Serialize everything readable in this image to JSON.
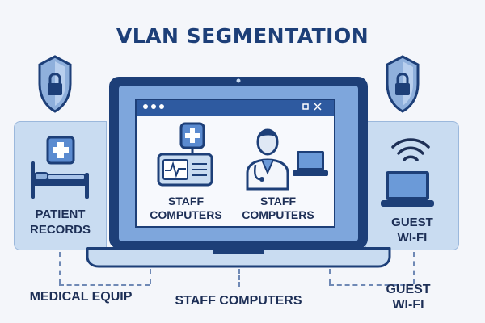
{
  "title": "VLAN SEGMENTATION",
  "left_panel": {
    "label_line1": "PATIENT",
    "label_line2": "RECORDS"
  },
  "right_panel": {
    "label_line1": "GUEST",
    "label_line2": "WI-FI"
  },
  "screen": {
    "label_a_line1": "STAFF",
    "label_a_line2": "COMPUTERS",
    "label_b_line1": "STAFF",
    "label_b_line2": "COMPUTERS"
  },
  "bottom": {
    "medical": "MEDICAL EQUIP",
    "staff": "STAFF COMPUTERS",
    "guest_line1": "GUEST",
    "guest_line2": "WI-FI"
  },
  "colors": {
    "navy": "#1d3f78",
    "panel": "#c9dcf1",
    "accent": "#4d7fc6"
  },
  "icons": [
    "shield-lock-icon",
    "medical-cross-icon",
    "hospital-bed-icon",
    "medical-monitor-icon",
    "doctor-icon",
    "laptop-icon",
    "wifi-icon"
  ]
}
